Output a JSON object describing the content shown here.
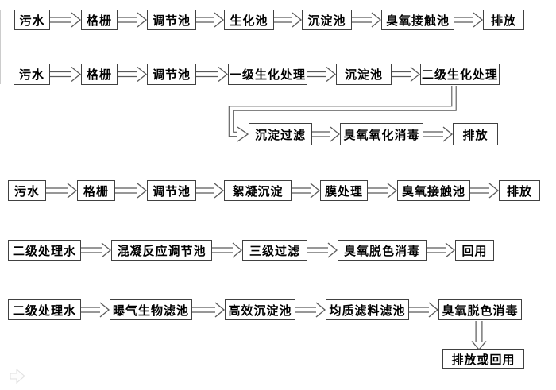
{
  "diagram": {
    "type": "flowchart",
    "subject": "ozone wastewater treatment process flows",
    "flows": [
      {
        "id": "flow-1",
        "steps": [
          "污水",
          "格栅",
          "调节池",
          "生化池",
          "沉淀池",
          "臭氧接触池",
          "排放"
        ]
      },
      {
        "id": "flow-2",
        "steps": [
          "污水",
          "格栅",
          "调节池",
          "一级生化处理",
          "沉淀池",
          "二级生化处理"
        ]
      },
      {
        "id": "flow-2-branch",
        "steps": [
          "沉淀过滤",
          "臭氧氧化消毒",
          "排放"
        ]
      },
      {
        "id": "flow-3",
        "steps": [
          "污水",
          "格栅",
          "调节池",
          "絮凝沉淀",
          "膜处理",
          "臭氧接触池",
          "排放"
        ]
      },
      {
        "id": "flow-4",
        "steps": [
          "二级处理水",
          "混凝反应调节池",
          "三级过滤",
          "臭氧脱色消毒",
          "回用"
        ]
      },
      {
        "id": "flow-5",
        "steps": [
          "二级处理水",
          "曝气生物滤池",
          "高效沉淀池",
          "均质滤料滤池",
          "臭氧脱色消毒"
        ]
      },
      {
        "id": "flow-5-branch",
        "steps": [
          "排放或回用"
        ]
      }
    ],
    "connectors": [
      {
        "from": "二级生化处理",
        "to": "沉淀过滤",
        "type": "elbow-double-line-arrow"
      },
      {
        "from": "臭氧脱色消毒",
        "to": "排放或回用",
        "type": "down-double-line-arrow"
      }
    ]
  },
  "icons": {
    "watermark": "hollow-right-arrow"
  },
  "colors": {
    "box_border": "#414141",
    "arrow": "#595959",
    "text": "#000000",
    "watermark": "#e0e0e0"
  }
}
